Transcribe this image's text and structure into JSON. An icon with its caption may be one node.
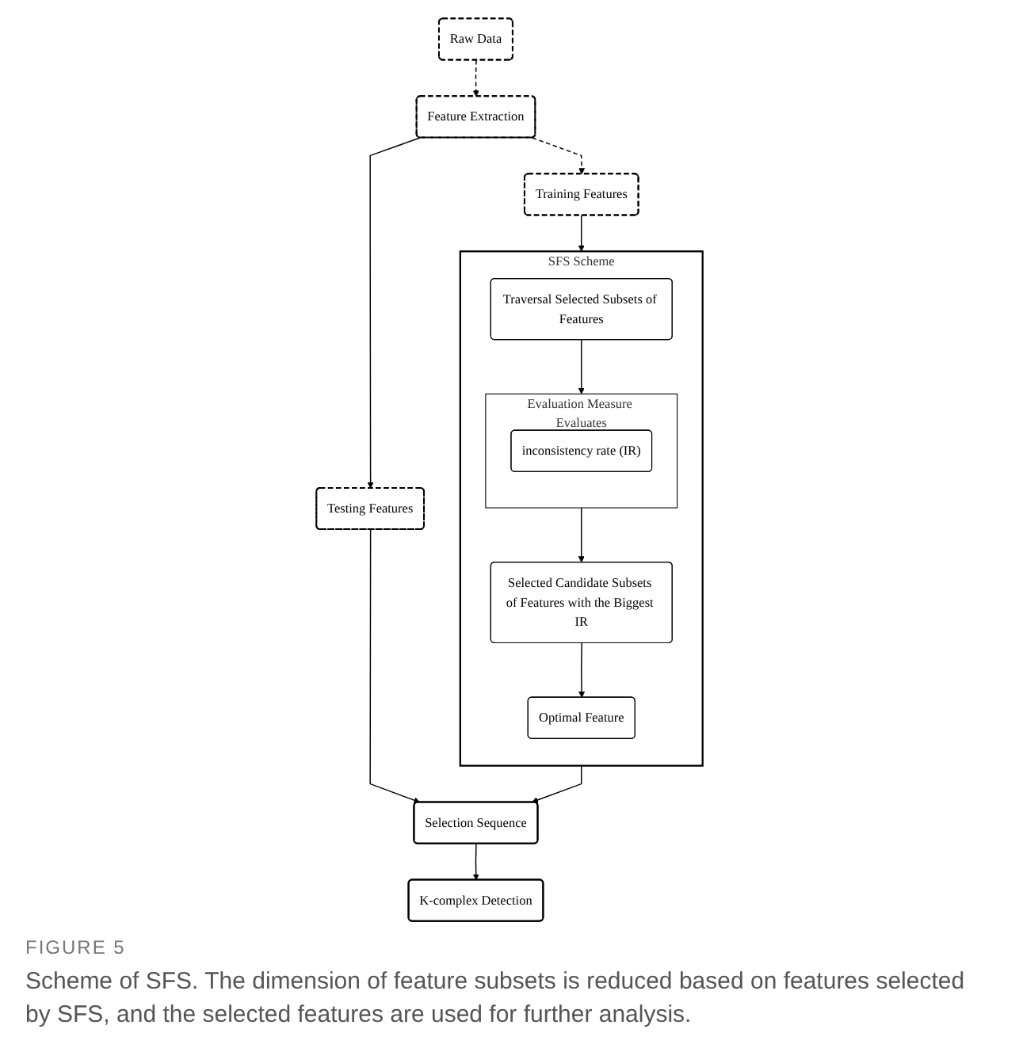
{
  "diagram": {
    "caption": "Scheme of SFS. The dimension of feature subsets is reduced based on features selected by SFS, and the selected features are used for further analysis.",
    "nodes": [
      {
        "text": [
          "Raw Data"
        ]
      },
      {
        "text": [
          "Training Features"
        ]
      },
      {
        "text": [
          "Feature Extraction"
        ]
      },
      {
        "text": [
          "Testing Features"
        ]
      },
      {
        "text": [
          "Selection Sequence"
        ]
      },
      {
        "text": [
          "K-complex Detection"
        ]
      },
      {
        "text": [
          "SFS Scheme"
        ]
      },
      {
        "text": [
          "Traversal Selected Subsets of Features"
        ],
        "in": 6
      },
      {
        "text": [
          "Evaluation Measure Evaluates"
        ],
        "in": 6
      },
      {
        "text": [
          "inconsistency rate (IR)"
        ],
        "in": 8
      },
      {
        "text": [
          "Selected Candidate Subsets of Features with the Biggest IR"
        ],
        "in": 6
      },
      {
        "text": [
          "Optimal Feature"
        ],
        "in": 6
      }
    ],
    "edges": [
      {
        "from": 0,
        "to": 2,
        "arrow": "to",
        "style": "dashed"
      },
      {
        "from": 2,
        "to": 1,
        "arrow": "to",
        "style": "dashed"
      },
      {
        "from": 2,
        "to": 3,
        "arrow": "to"
      },
      {
        "from": 3,
        "to": 4,
        "arrow": "to"
      },
      {
        "from": 4,
        "to": 5,
        "arrow": "to"
      },
      {
        "from": 1,
        "to": 6,
        "arrow": "to"
      },
      {
        "from": 6,
        "to": 4,
        "arrow": "to"
      },
      {
        "from": 7,
        "to": 8,
        "arrow": "to"
      },
      {
        "from": 8,
        "to": 10,
        "arrow": "to"
      },
      {
        "from": 10,
        "to": 11,
        "arrow": "to"
      }
    ],
    "labels": [
      "FIGURE 5"
    ]
  }
}
